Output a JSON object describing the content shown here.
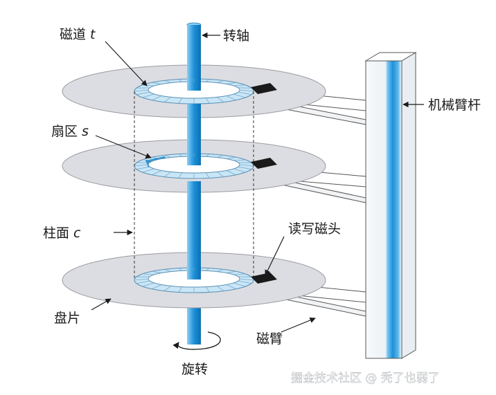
{
  "labels": {
    "track_prefix": "磁道",
    "track_var": "t",
    "spindle": "转轴",
    "actuator_arm": "机械臂杆",
    "sector_prefix": "扇区",
    "sector_var": "s",
    "cylinder_prefix": "柱面",
    "cylinder_var": "c",
    "read_write_head": "读写磁头",
    "platter": "盘片",
    "arm": "磁臂",
    "rotation": "旋转"
  },
  "watermark": "掘金技术社区 @ 秃了也弱了",
  "colors": {
    "platter": "#dcdde2",
    "spindle": "#1e90d8",
    "track_ring": "#c9e6f7",
    "sector_highlight": "#1e90d8",
    "head": "#1a1a1a"
  }
}
